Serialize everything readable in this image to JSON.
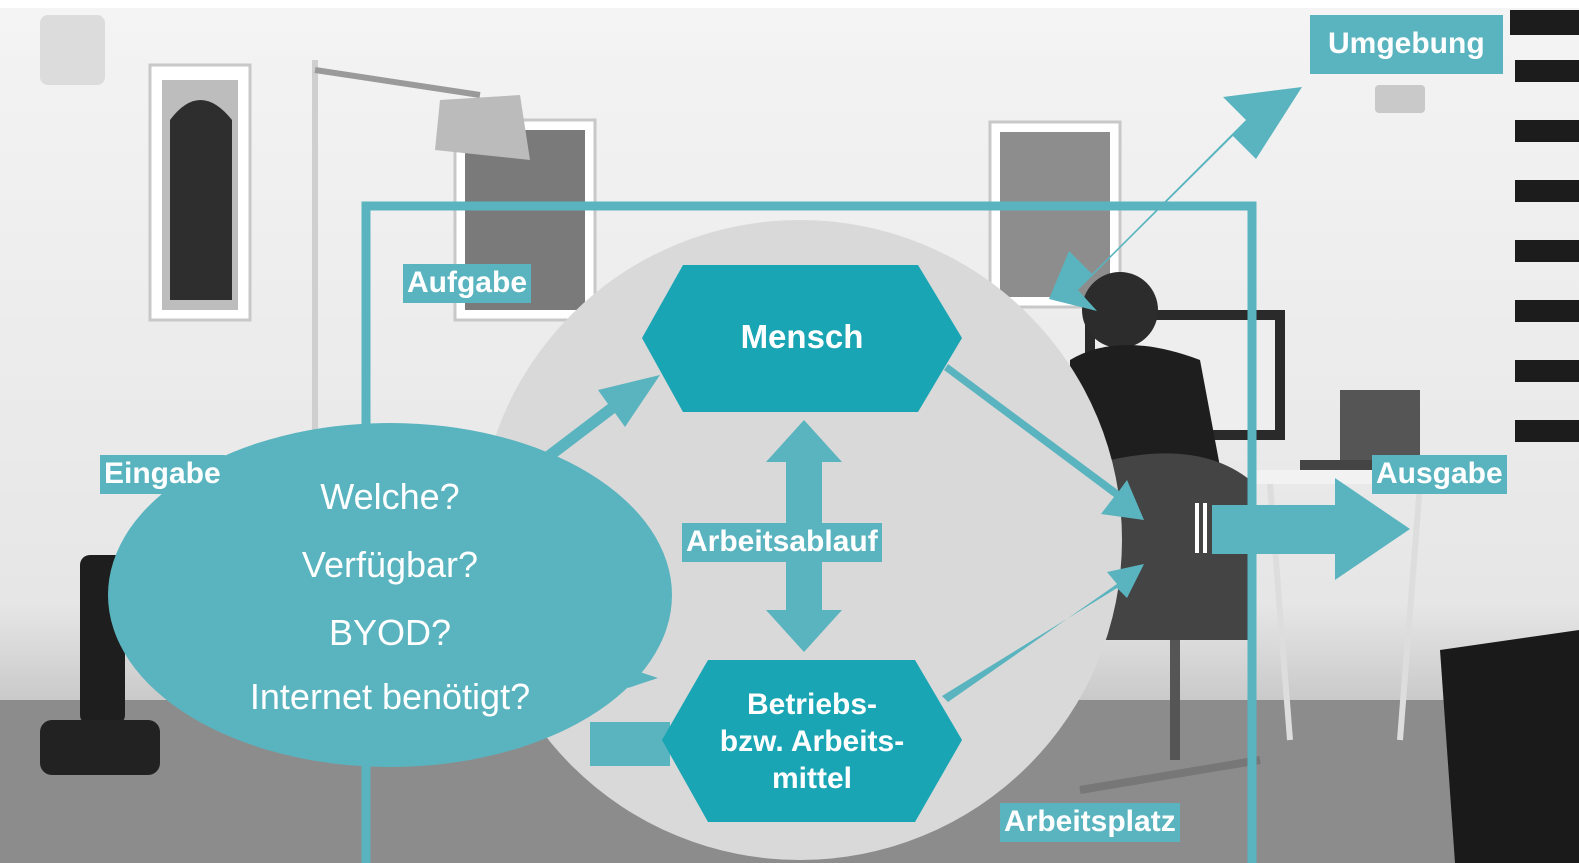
{
  "colors": {
    "accent": "#5ab4bf",
    "hex_fill": "#1aa5b4",
    "circle": "#d9d9d9",
    "text": "#ffffff"
  },
  "labels": {
    "umgebung": "Umgebung",
    "aufgabe": "Aufgabe",
    "eingabe": "Eingabe",
    "ausgabe": "Ausgabe",
    "arbeitsplatz": "Arbeitsplatz",
    "arbeitsablauf": "Arbeitsablauf"
  },
  "nodes": {
    "mensch": "Mensch",
    "betriebsmittel": [
      "Betriebs-",
      "bzw. Arbeits-",
      "mittel"
    ]
  },
  "bubble": {
    "lines": [
      "Welche?",
      "Verfügbar?",
      "BYOD?",
      "Internet benötigt?"
    ]
  }
}
